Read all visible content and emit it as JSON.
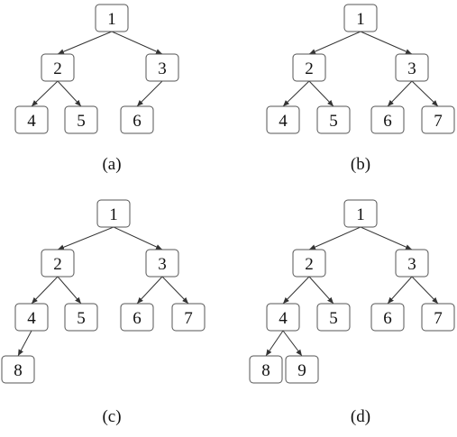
{
  "figure": {
    "panels": [
      {
        "caption": "(a)",
        "nodes": [
          "1",
          "2",
          "3",
          "4",
          "5",
          "6"
        ],
        "edges": [
          [
            "1",
            "2"
          ],
          [
            "1",
            "3"
          ],
          [
            "2",
            "4"
          ],
          [
            "2",
            "5"
          ],
          [
            "3",
            "6"
          ]
        ]
      },
      {
        "caption": "(b)",
        "nodes": [
          "1",
          "2",
          "3",
          "4",
          "5",
          "6",
          "7"
        ],
        "edges": [
          [
            "1",
            "2"
          ],
          [
            "1",
            "3"
          ],
          [
            "2",
            "4"
          ],
          [
            "2",
            "5"
          ],
          [
            "3",
            "6"
          ],
          [
            "3",
            "7"
          ]
        ]
      },
      {
        "caption": "(c)",
        "nodes": [
          "1",
          "2",
          "3",
          "4",
          "5",
          "6",
          "7",
          "8"
        ],
        "edges": [
          [
            "1",
            "2"
          ],
          [
            "1",
            "3"
          ],
          [
            "2",
            "4"
          ],
          [
            "2",
            "5"
          ],
          [
            "3",
            "6"
          ],
          [
            "3",
            "7"
          ],
          [
            "4",
            "8"
          ]
        ]
      },
      {
        "caption": "(d)",
        "nodes": [
          "1",
          "2",
          "3",
          "4",
          "5",
          "6",
          "7",
          "8",
          "9"
        ],
        "edges": [
          [
            "1",
            "2"
          ],
          [
            "1",
            "3"
          ],
          [
            "2",
            "4"
          ],
          [
            "2",
            "5"
          ],
          [
            "3",
            "6"
          ],
          [
            "3",
            "7"
          ],
          [
            "4",
            "8"
          ],
          [
            "4",
            "9"
          ]
        ]
      }
    ]
  }
}
